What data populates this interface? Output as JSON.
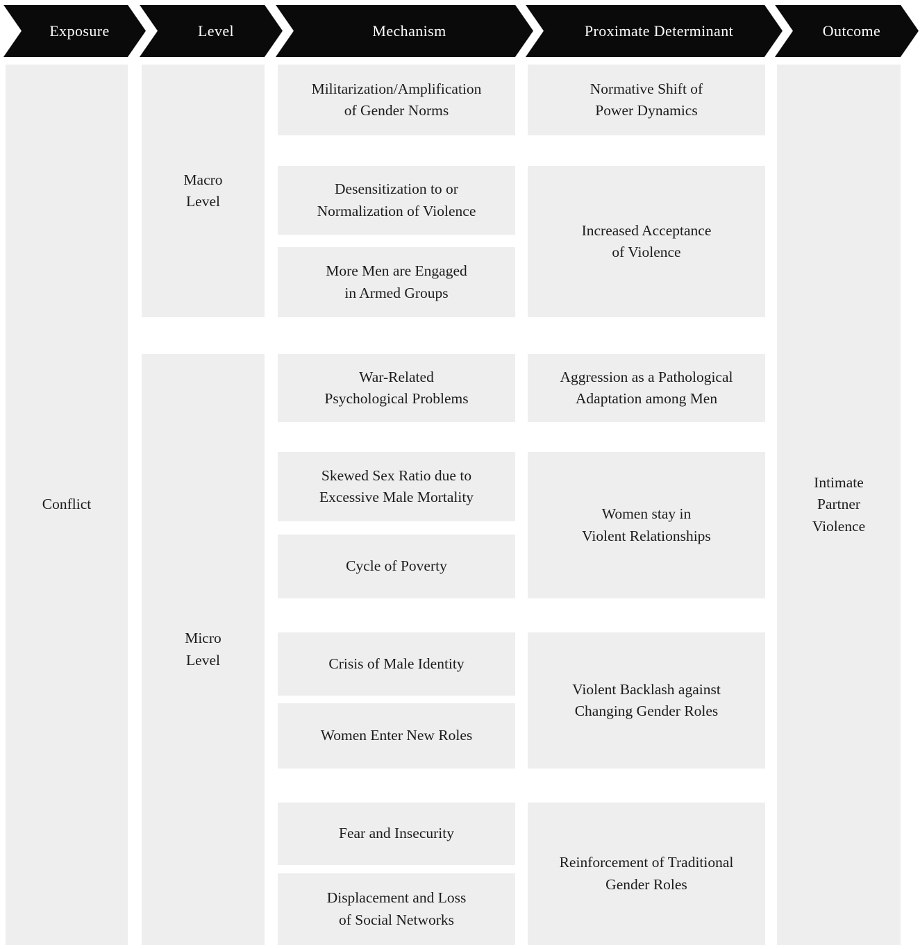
{
  "header": {
    "steps": [
      {
        "label": "Exposure"
      },
      {
        "label": "Level"
      },
      {
        "label": "Mechanism"
      },
      {
        "label": "Proximate Determinant"
      },
      {
        "label": "Outcome"
      }
    ]
  },
  "exposure": {
    "label": "Conflict"
  },
  "levels": {
    "macro": {
      "label": "Macro\nLevel"
    },
    "micro": {
      "label": "Micro\nLevel"
    }
  },
  "mechanisms": [
    {
      "label": "Militarization/Amplification\nof Gender Norms"
    },
    {
      "label": "Desensitization to or\nNormalization of Violence"
    },
    {
      "label": "More Men are Engaged\nin Armed Groups"
    },
    {
      "label": "War-Related\nPsychological Problems"
    },
    {
      "label": "Skewed Sex Ratio due to\nExcessive Male Mortality"
    },
    {
      "label": "Cycle of Poverty"
    },
    {
      "label": "Crisis of Male Identity"
    },
    {
      "label": "Women Enter New Roles"
    },
    {
      "label": "Fear and Insecurity"
    },
    {
      "label": "Displacement and Loss\nof Social Networks"
    }
  ],
  "determinants": [
    {
      "label": "Normative Shift of\nPower Dynamics"
    },
    {
      "label": "Increased Acceptance\nof Violence"
    },
    {
      "label": "Aggression as a Pathological\nAdaptation among Men"
    },
    {
      "label": "Women stay in\nViolent Relationships"
    },
    {
      "label": "Violent Backlash against\nChanging Gender Roles"
    },
    {
      "label": "Reinforcement of Traditional\nGender Roles"
    }
  ],
  "outcome": {
    "label": "Intimate\nPartner\nViolence"
  },
  "colors": {
    "page_bg": "#ffffff",
    "box_bg": "#eeeeee",
    "box_text": "#1c1c1c",
    "arrow_bg": "#0a0a0a",
    "arrow_text": "#fbfbfb"
  }
}
